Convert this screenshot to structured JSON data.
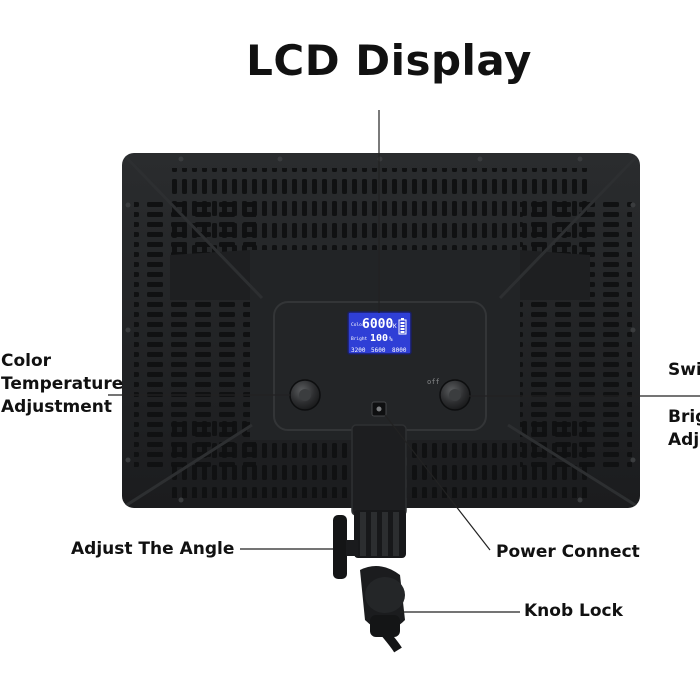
{
  "callouts": {
    "lcd_display": "LCD Display",
    "color_temp_line1": "Color",
    "color_temp_line2": "Temperature",
    "color_temp_line3": "Adjustment",
    "switch_partial": "Swi",
    "brightness_line1_partial": "Brig",
    "brightness_line2_partial": "Adj",
    "adjust_angle": "Adjust The Angle",
    "power_connect": "Power Connect",
    "knob_lock": "Knob Lock"
  },
  "lcd": {
    "row1_prefix": "Color",
    "temperature": "6000",
    "temperature_unit": "K",
    "row2_prefix": "Bright",
    "brightness": "100",
    "brightness_unit": "%",
    "presets": [
      "3200",
      "5600",
      "8000"
    ]
  },
  "panel_marks": {
    "off_label": "off"
  },
  "colors": {
    "panel": "#202224",
    "panel_dark": "#141516",
    "lcd_background": "#2f3fd6",
    "lcd_text": "#ffffff",
    "leader_line": "#222222"
  }
}
